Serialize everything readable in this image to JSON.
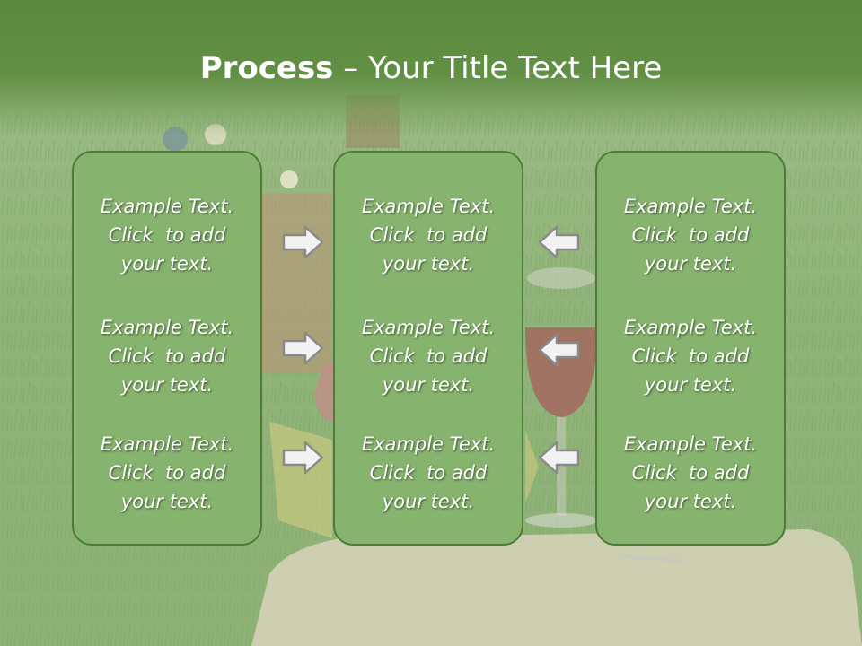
{
  "title": {
    "bold": "Process",
    "rest": " – Your Title Text Here"
  },
  "columns": [
    {
      "cells": [
        {
          "l1": "Example Text.",
          "l2": "Click  to add",
          "l3": "your text."
        },
        {
          "l1": "Example Text.",
          "l2": "Click  to add",
          "l3": "your text."
        },
        {
          "l1": "Example Text.",
          "l2": "Click  to add",
          "l3": "your text."
        }
      ]
    },
    {
      "cells": [
        {
          "l1": "Example Text.",
          "l2": "Click  to add",
          "l3": "your text."
        },
        {
          "l1": "Example Text.",
          "l2": "Click  to add",
          "l3": "your text."
        },
        {
          "l1": "Example Text.",
          "l2": "Click  to add",
          "l3": "your text."
        }
      ]
    },
    {
      "cells": [
        {
          "l1": "Example Text.",
          "l2": "Click  to add",
          "l3": "your text."
        },
        {
          "l1": "Example Text.",
          "l2": "Click  to add",
          "l3": "your text."
        },
        {
          "l1": "Example Text.",
          "l2": "Click  to add",
          "l3": "your text."
        }
      ]
    }
  ],
  "colors": {
    "title_band": "#5a8a3e",
    "box_fill": "#86b36d",
    "box_border": "#4f7a3a",
    "arrow_fill": "#f2f2f2",
    "arrow_stroke": "#8a8a8a"
  },
  "icons": {
    "left_arrows": "arrow-right-icon",
    "right_arrows": "arrow-left-icon"
  }
}
